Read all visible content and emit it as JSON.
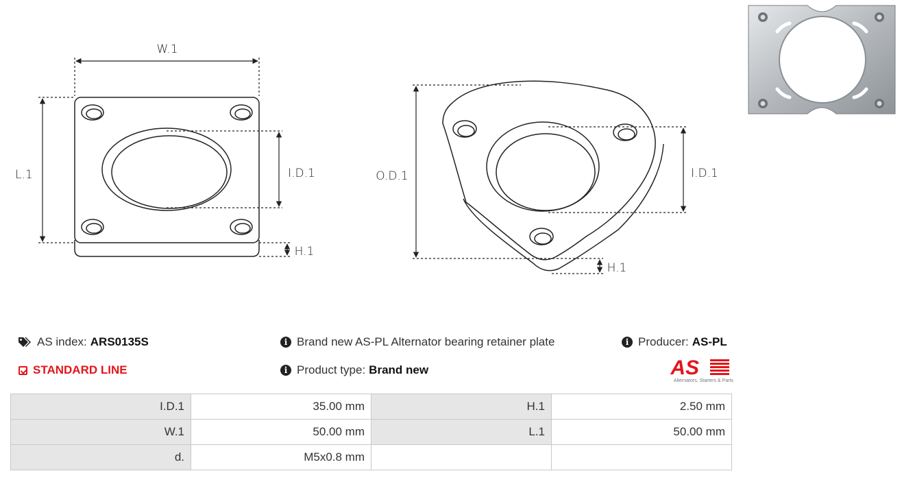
{
  "drawing_left": {
    "width_label": "W.1",
    "length_label": "L.1",
    "inner_diameter_label": "I.D.1",
    "height_label": "H.1"
  },
  "drawing_right": {
    "outer_diameter_label": "O.D.1",
    "inner_diameter_label": "I.D.1",
    "height_label": "H.1"
  },
  "info": {
    "as_index_label": "AS index:",
    "as_index_value": "ARS0135S",
    "standard_line": "STANDARD LINE",
    "description": "Brand new AS-PL Alternator bearing retainer plate",
    "product_type_label": "Product type:",
    "product_type_value": "Brand new",
    "producer_label": "Producer:",
    "producer_value": "AS-PL"
  },
  "logo": {
    "mark": "AS",
    "tagline": "Alternators, Starters & Parts",
    "red": "#e3151a"
  },
  "params": [
    {
      "k1": "I.D.1",
      "v1": "35.00 mm",
      "k2": "H.1",
      "v2": "2.50 mm"
    },
    {
      "k1": "W.1",
      "v1": "50.00 mm",
      "k2": "L.1",
      "v2": "50.00 mm"
    },
    {
      "k1": "d.",
      "v1": "M5x0.8 mm",
      "k2": "",
      "v2": ""
    }
  ]
}
